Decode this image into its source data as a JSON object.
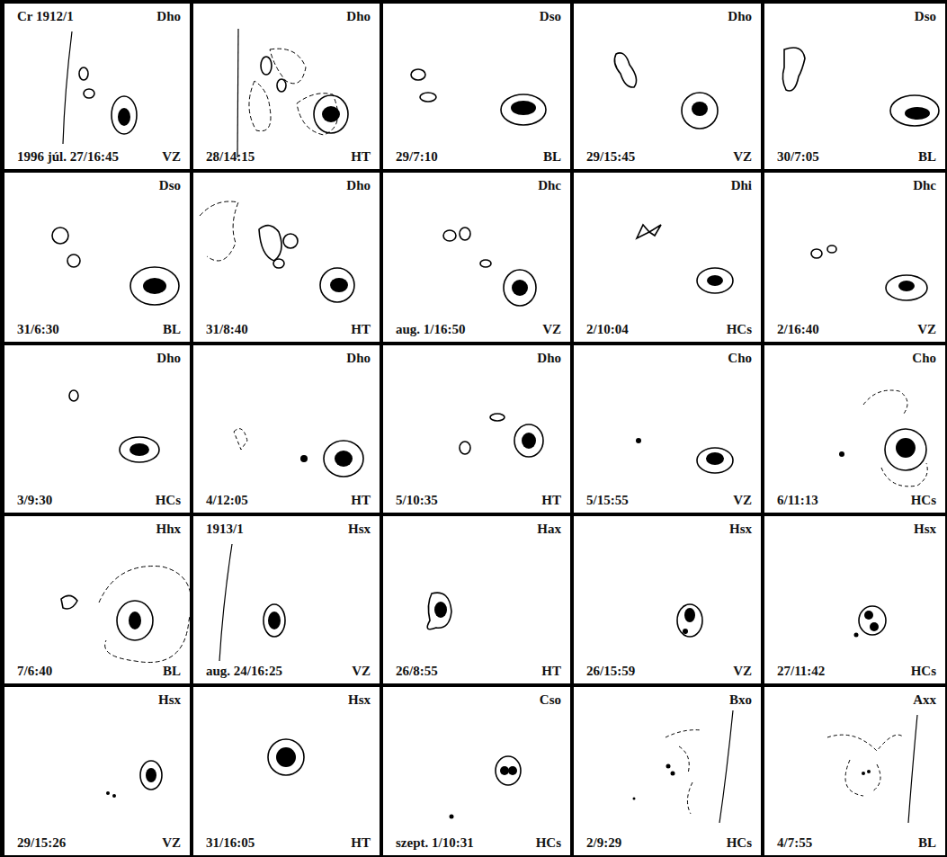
{
  "diagram": {
    "nodes": [
      {
        "text": [
          "Cr 1912/1",
          "Dho",
          "1996 júl. 27/16:45",
          "VZ"
        ]
      },
      {
        "text": [
          "Dho",
          "28/14:15",
          "HT"
        ]
      },
      {
        "text": [
          "Dso",
          "29/7:10",
          "BL"
        ]
      },
      {
        "text": [
          "Dho",
          "29/15:45",
          "VZ"
        ]
      },
      {
        "text": [
          "Dso",
          "30/7:05",
          "BL"
        ]
      },
      {
        "text": [
          "Dso",
          "31/6:30",
          "BL"
        ]
      },
      {
        "text": [
          "Dho",
          "31/8:40",
          "HT"
        ]
      },
      {
        "text": [
          "Dhc",
          "aug. 1/16:50",
          "VZ"
        ]
      },
      {
        "text": [
          "Dhi",
          "2/10:04",
          "HCs"
        ]
      },
      {
        "text": [
          "Dhc",
          "2/16:40",
          "VZ"
        ]
      },
      {
        "text": [
          "Dho",
          "3/9:30",
          "HCs"
        ]
      },
      {
        "text": [
          "Dho",
          "4/12:05",
          "HT"
        ]
      },
      {
        "text": [
          "Dho",
          "5/10:35",
          "HT"
        ]
      },
      {
        "text": [
          "Cho",
          "5/15:55",
          "VZ"
        ]
      },
      {
        "text": [
          "Cho",
          "6/11:13",
          "HCs"
        ]
      },
      {
        "text": [
          "Hhx",
          "7/6:40",
          "BL"
        ]
      },
      {
        "text": [
          "1913/1",
          "Hsx",
          "aug. 24/16:25",
          "VZ"
        ]
      },
      {
        "text": [
          "Hax",
          "26/8:55",
          "HT"
        ]
      },
      {
        "text": [
          "Hsx",
          "26/15:59",
          "VZ"
        ]
      },
      {
        "text": [
          "Hsx",
          "27/11:42",
          "HCs"
        ]
      },
      {
        "text": [
          "Hsx",
          "29/15:26",
          "VZ"
        ]
      },
      {
        "text": [
          "Hsx",
          "31/16:05",
          "HT"
        ]
      },
      {
        "text": [
          "Cso",
          "szept. 1/10:31",
          "HCs"
        ]
      },
      {
        "text": [
          "Bxo",
          "2/9:29",
          "HCs"
        ]
      },
      {
        "text": [
          "Axx",
          "4/7:55",
          "BL"
        ]
      }
    ]
  }
}
